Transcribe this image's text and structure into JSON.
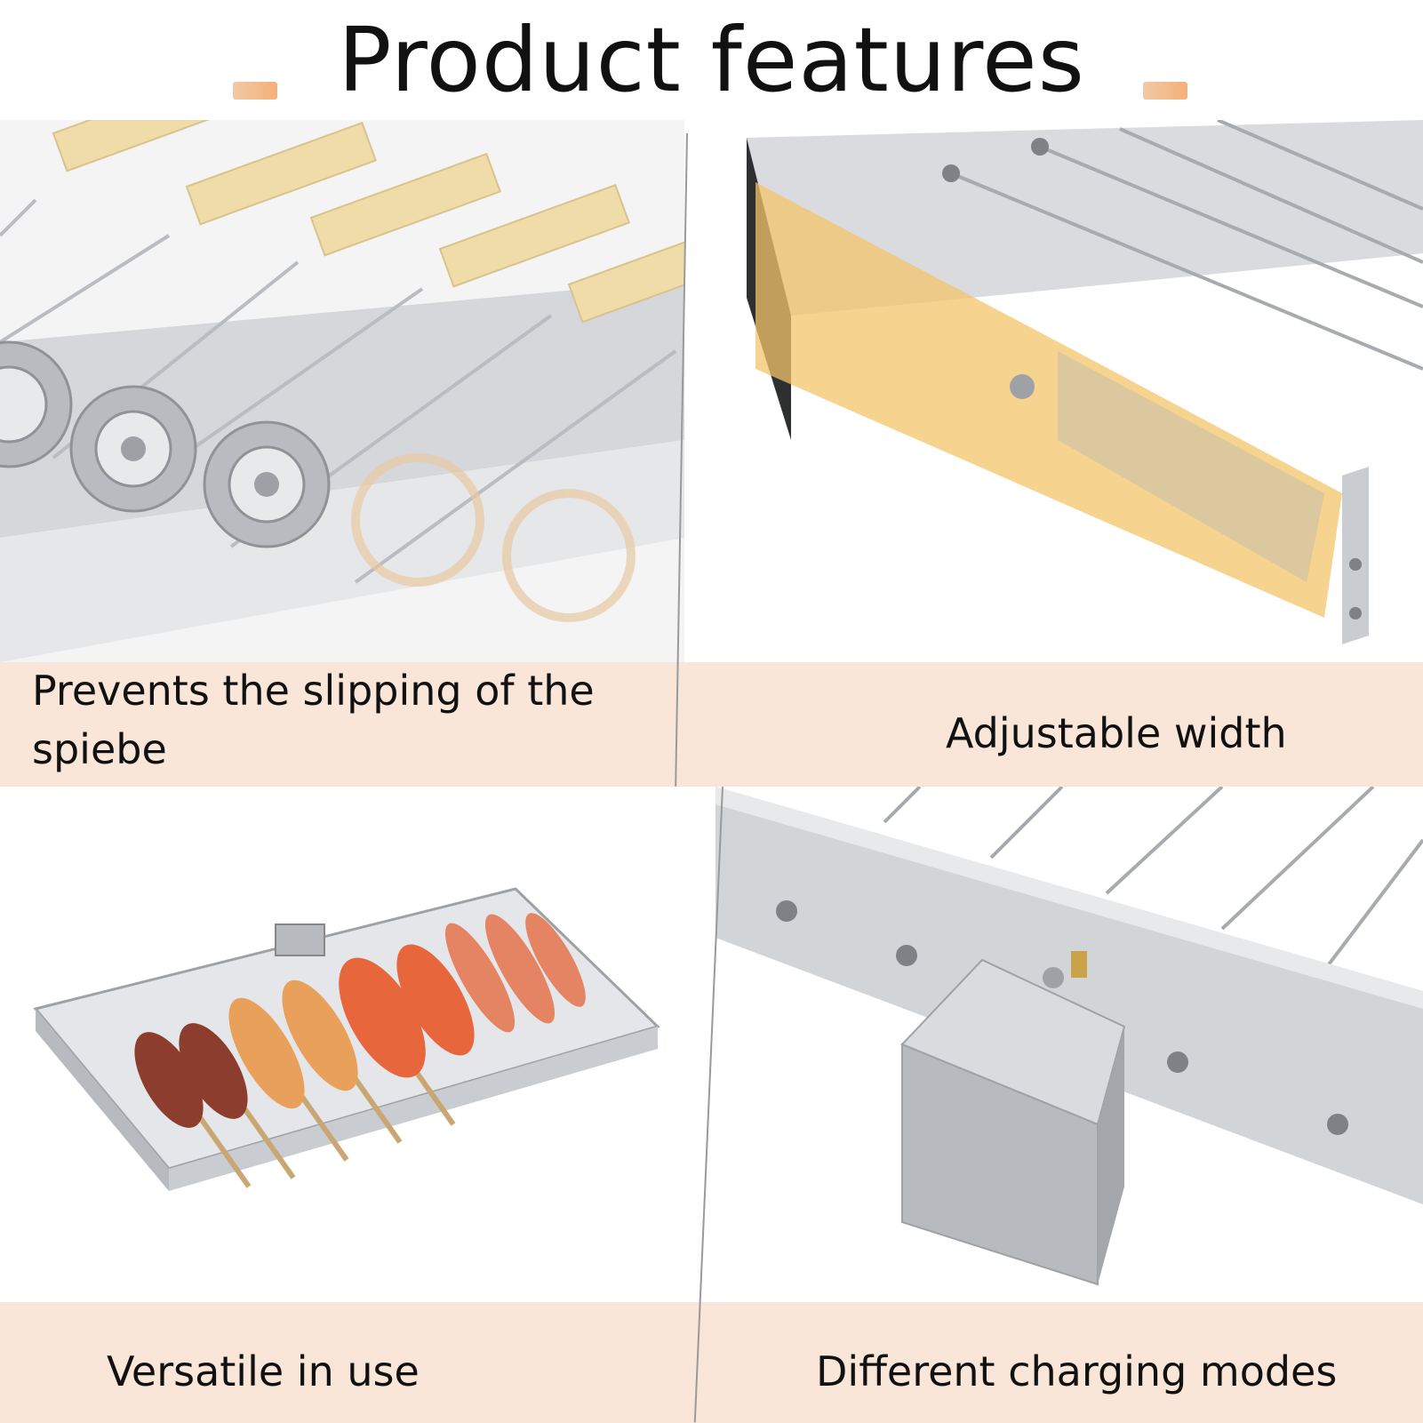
{
  "title": "Product features",
  "panels": [
    {
      "caption": "Prevents the slipping of the spiebe",
      "caption_line1": "Prevents the slipping of the",
      "caption_line2": "spiebe"
    },
    {
      "caption": "Adjustable width"
    },
    {
      "caption": "Versatile in use"
    },
    {
      "caption": "Different charging modes"
    }
  ],
  "colors": {
    "caption_band": "#f9e6d8",
    "steel": "#c9ccd0",
    "wood": "#f0dca8",
    "highlight": "#f3c46a"
  }
}
